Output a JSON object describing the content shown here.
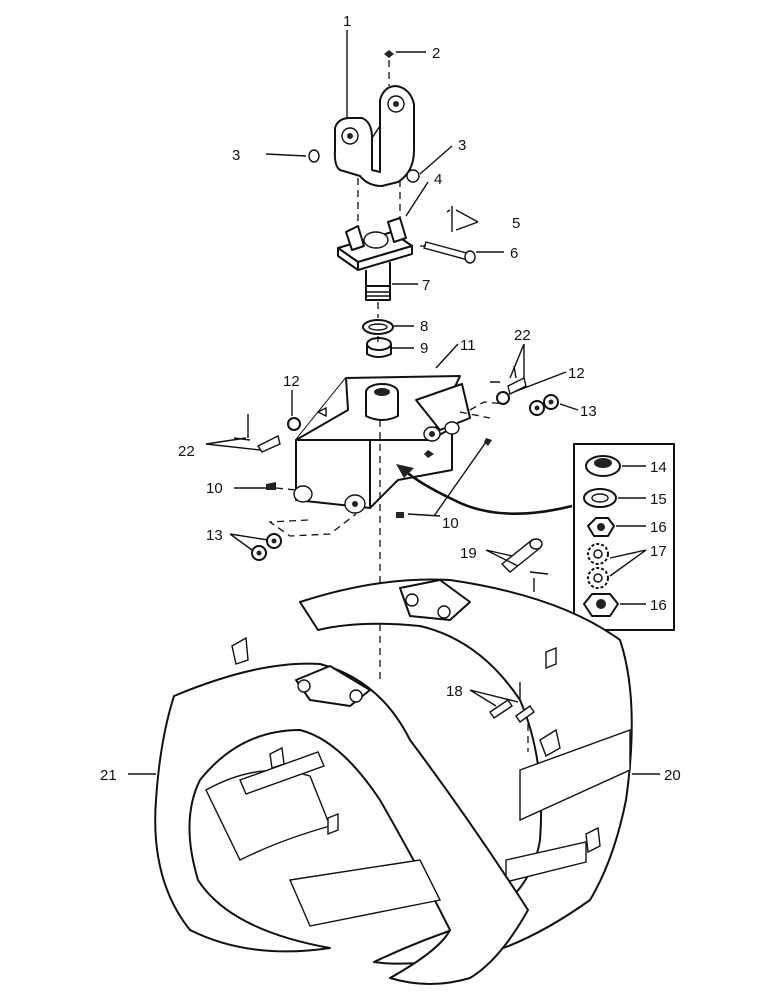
{
  "diagram": {
    "callouts": {
      "p1": "1",
      "p2": "2",
      "p3a": "3",
      "p3b": "3",
      "p4": "4",
      "p5": "5",
      "p6": "6",
      "p7": "7",
      "p8": "8",
      "p9": "9",
      "p10a": "10",
      "p10b": "10",
      "p11": "11",
      "p12a": "12",
      "p12b": "12",
      "p13a": "13",
      "p13b": "13",
      "p14": "14",
      "p15": "15",
      "p16a": "16",
      "p16b": "16",
      "p17": "17",
      "p18": "18",
      "p19": "19",
      "p20": "20",
      "p21": "21",
      "p22a": "22",
      "p22b": "22"
    }
  }
}
